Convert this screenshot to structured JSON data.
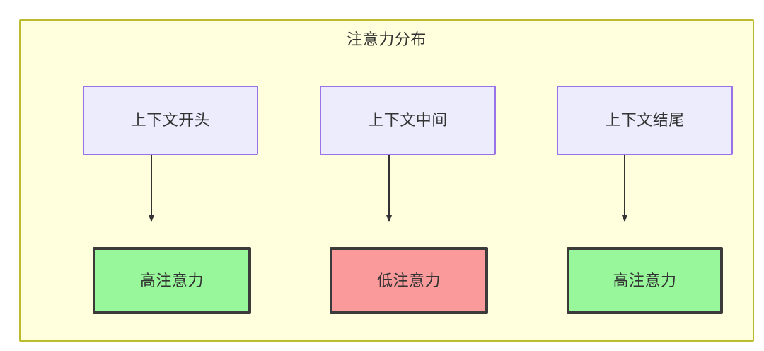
{
  "diagram": {
    "title": "注意力分布",
    "type": "flowchart",
    "background_color": "#ffffde",
    "border_color": "#bbbb2d",
    "nodes": [
      {
        "id": "ctx-start",
        "label": "上下文开头",
        "group": "context",
        "fill": "#ececfd",
        "stroke": "#9a72e8"
      },
      {
        "id": "ctx-middle",
        "label": "上下文中间",
        "group": "context",
        "fill": "#ececfd",
        "stroke": "#9a72e8"
      },
      {
        "id": "ctx-end",
        "label": "上下文结尾",
        "group": "context",
        "fill": "#ececfd",
        "stroke": "#9a72e8"
      },
      {
        "id": "attn-high-left",
        "label": "高注意力",
        "group": "attention",
        "fill": "#97f79a",
        "stroke": "#3b3b3b"
      },
      {
        "id": "attn-low-middle",
        "label": "低注意力",
        "group": "attention",
        "fill": "#fb9a9a",
        "stroke": "#3b3b3b"
      },
      {
        "id": "attn-high-right",
        "label": "高注意力",
        "group": "attention",
        "fill": "#97f79a",
        "stroke": "#3b3b3b"
      }
    ],
    "edges": [
      {
        "id": "edge-1",
        "from": "ctx-start",
        "to": "attn-high-left",
        "label": ""
      },
      {
        "id": "edge-2",
        "from": "ctx-middle",
        "to": "attn-low-middle",
        "label": ""
      },
      {
        "id": "edge-3",
        "from": "ctx-end",
        "to": "attn-high-right",
        "label": ""
      }
    ],
    "edge_color": "#333333",
    "text_color": "#333333"
  }
}
